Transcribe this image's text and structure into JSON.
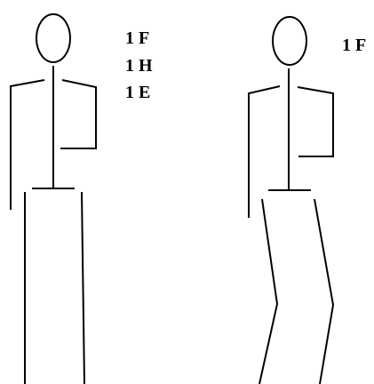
{
  "figures": [
    {
      "name": "standing-figure",
      "labels": [
        "1 F",
        "1 H",
        "1 E"
      ]
    },
    {
      "name": "bent-knee-figure",
      "labels": [
        "1 F"
      ]
    }
  ],
  "colors": {
    "stroke": "#000000",
    "background": "#ffffff"
  }
}
